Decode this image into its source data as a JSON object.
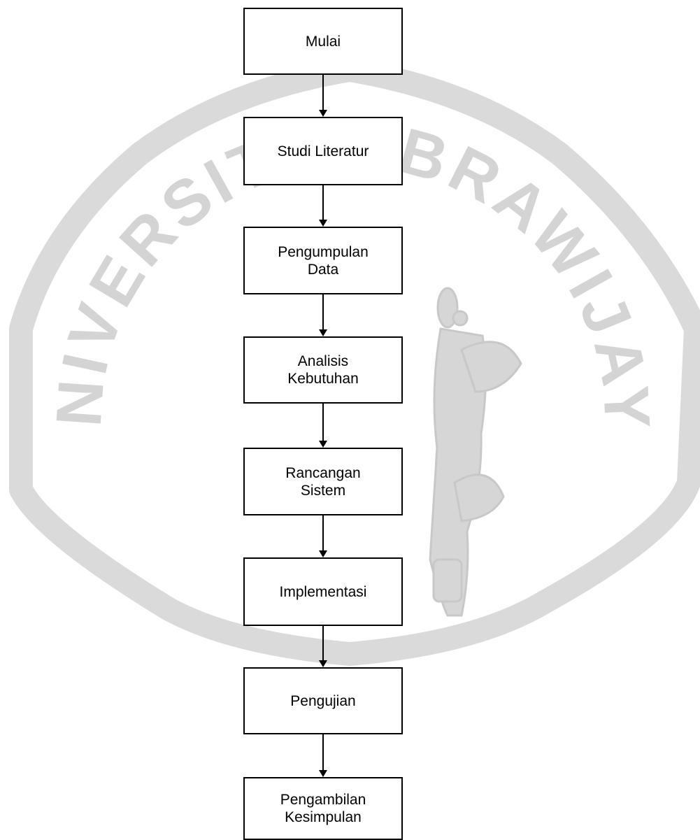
{
  "watermark": {
    "text": "UNIVERSITAS BRAWIJAYA",
    "color": "#d2d2d2"
  },
  "flowchart": {
    "steps": [
      {
        "label": "Mulai"
      },
      {
        "label": "Studi Literatur"
      },
      {
        "label": "Pengumpulan\nData"
      },
      {
        "label": "Analisis\nKebutuhan"
      },
      {
        "label": "Rancangan\nSistem"
      },
      {
        "label": "Implementasi"
      },
      {
        "label": "Pengujian"
      },
      {
        "label": "Pengambilan\nKesimpulan"
      }
    ],
    "line_color": "#000000"
  }
}
